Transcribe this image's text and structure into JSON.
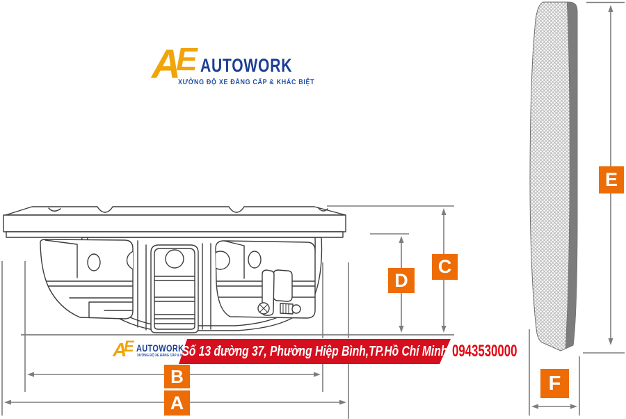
{
  "logo": {
    "mark_a": "A",
    "mark_e": "E",
    "brand": "AUTOWORK",
    "tagline": "XƯỞNG ĐỘ XE ĐẲNG CẤP & KHÁC BIỆT"
  },
  "footer": {
    "address": "-Số 13 đường 37, Phường Hiệp Bình,TP.Hồ Chí Minh-",
    "phone": "0943530000"
  },
  "dimensions": {
    "a": "A",
    "b": "B",
    "c": "C",
    "d": "D",
    "e": "E",
    "f": "F"
  },
  "colors": {
    "accent_orange": "#ED6C05",
    "banner_red": "#D50F1E",
    "phone_red": "#E30613",
    "logo_navy": "#1C3E94",
    "logo_gold": "#F0A50A",
    "tagline_blue": "#2050A8",
    "dimension_line_gray": "#7D7D7D",
    "drawing_line": "#3C3C3C"
  }
}
